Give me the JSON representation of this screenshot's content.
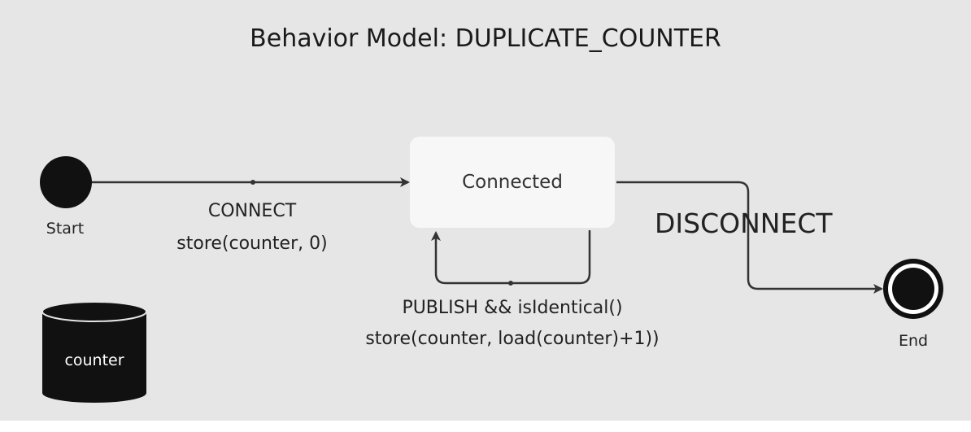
{
  "title": "Behavior Model: DUPLICATE_COUNTER",
  "states": {
    "start": {
      "label": "Start"
    },
    "connected": {
      "label": "Connected"
    },
    "end": {
      "label": "End"
    }
  },
  "transitions": {
    "connect": {
      "event": "CONNECT",
      "action": "store(counter, 0)"
    },
    "publish": {
      "event": "PUBLISH && isIdentical()",
      "action": "store(counter, load(counter)+1))"
    },
    "disconnect": {
      "event": "DISCONNECT"
    }
  },
  "datastore": {
    "label": "counter"
  },
  "colors": {
    "background": "#e6e6e6",
    "node": "#111111",
    "state_fill": "#f7f7f7",
    "edge": "#333333"
  }
}
